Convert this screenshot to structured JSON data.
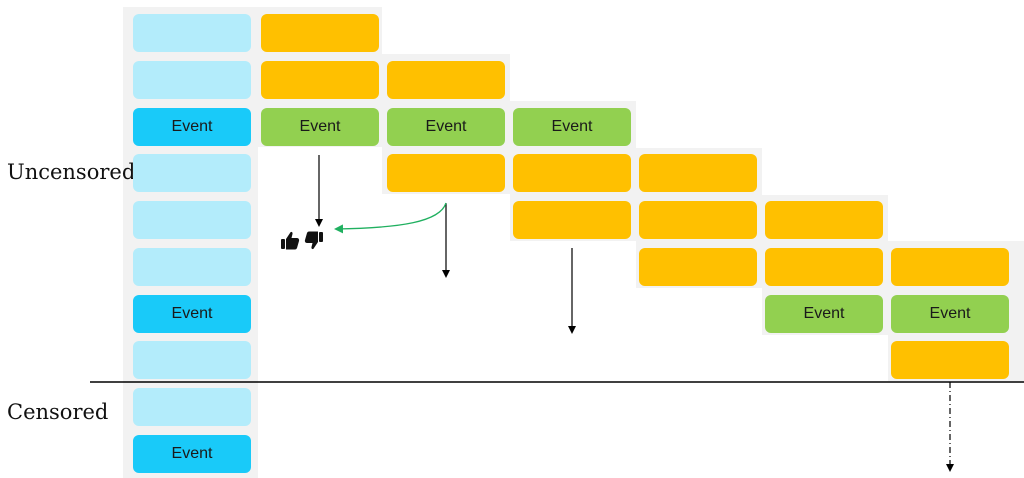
{
  "labels": {
    "uncensored": "Uncensored",
    "censored": "Censored"
  },
  "event_text": "Event",
  "icons": [
    "thumbs-up-icon",
    "thumbs-down-icon"
  ],
  "colors": {
    "light_blue": "#b3ecfb",
    "cyan": "#19caf9",
    "orange": "#ffc000",
    "green": "#92d050",
    "panel": "#f2f2f2",
    "feedback_arrow": "#20b060"
  }
}
